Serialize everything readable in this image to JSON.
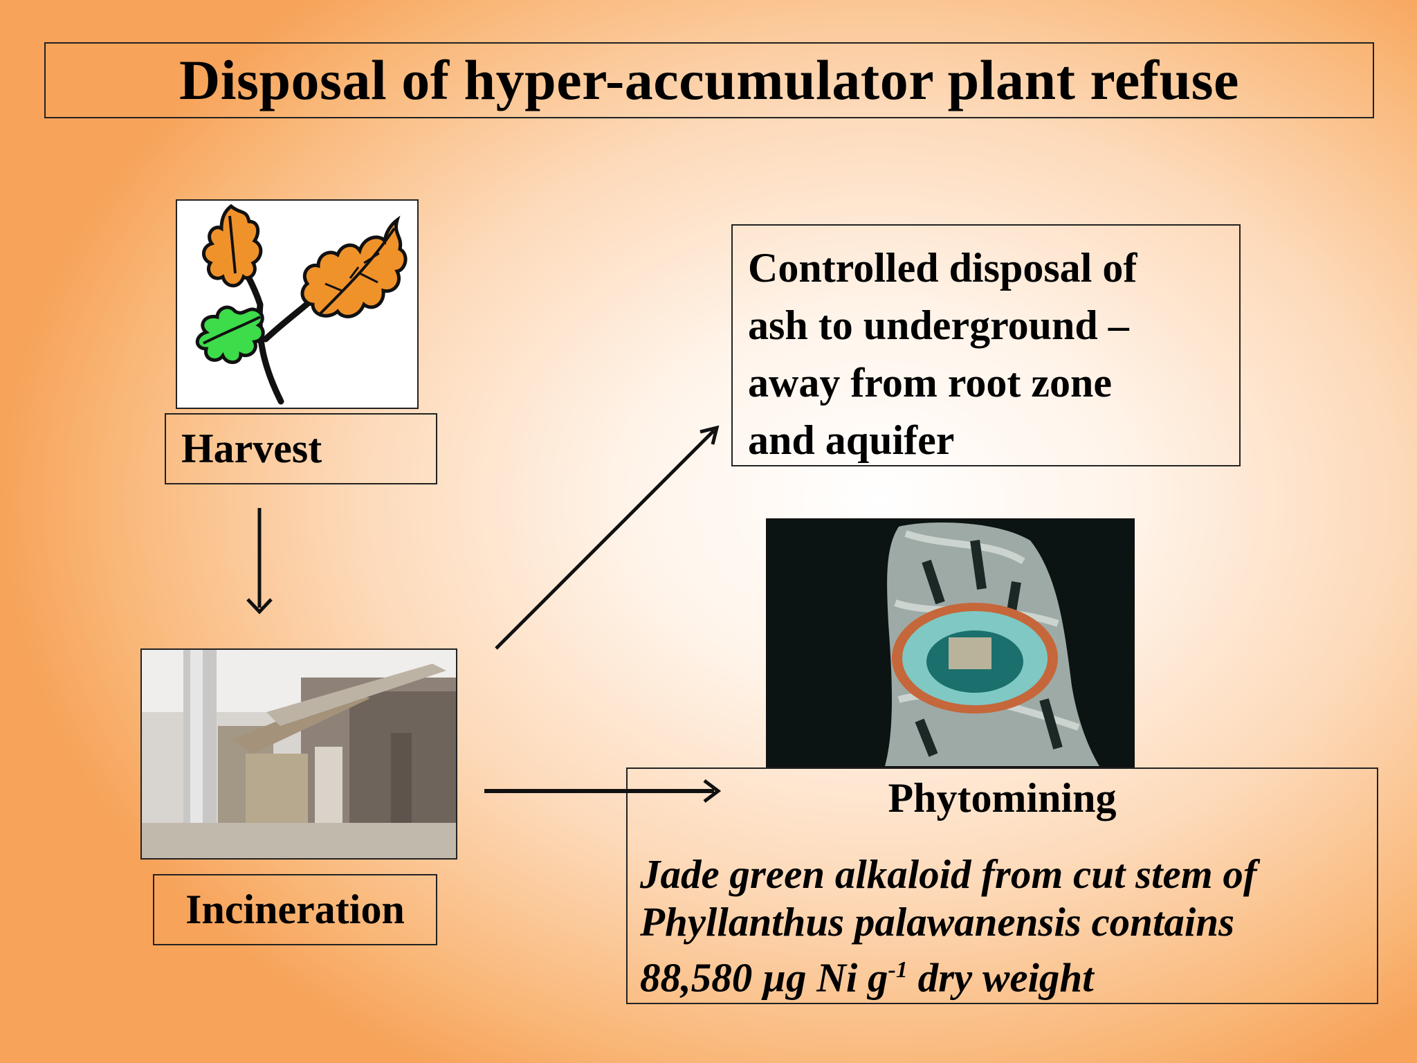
{
  "title": "Disposal of hyper-accumulator plant refuse",
  "harvest": {
    "label": "Harvest",
    "icon": "oak-leaves-icon"
  },
  "incineration": {
    "label": "Incineration",
    "photo": "incineration-plant-photo"
  },
  "controlled_disposal": {
    "lines": [
      "Controlled disposal of",
      "ash to underground –",
      "away from root zone",
      "and aquifer"
    ]
  },
  "phytomining": {
    "title": "Phytomining",
    "line1": "Jade green alkaloid from cut stem of",
    "line2": "Phyllanthus palawanensis contains",
    "line3_pre": "88,580 µg Ni g",
    "line3_sup": "-1",
    "line3_post": " dry weight",
    "photo": "cut-stem-photo"
  },
  "colors": {
    "leaf_orange": "#f0922a",
    "leaf_green": "#3ddc4a",
    "background_edge": "#f7a35a"
  }
}
